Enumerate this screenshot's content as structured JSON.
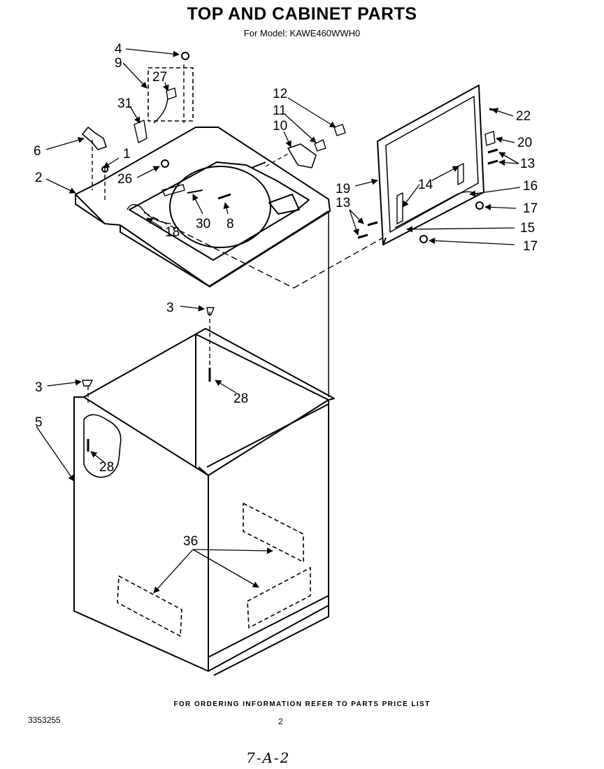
{
  "title": "TOP AND CABINET PARTS",
  "subtitle": "For Model: KAWE460WWH0",
  "callouts": [
    "1",
    "2",
    "3",
    "3",
    "4",
    "5",
    "6",
    "8",
    "9",
    "10",
    "11",
    "12",
    "13",
    "13",
    "14",
    "15",
    "16",
    "17",
    "17",
    "18",
    "19",
    "20",
    "22",
    "26",
    "27",
    "28",
    "28",
    "30",
    "31",
    "36"
  ],
  "footer": "FOR ORDERING INFORMATION REFER TO PARTS PRICE LIST",
  "doc_number": "3353255",
  "page_number": "2",
  "handwritten_note": "7-A-2"
}
